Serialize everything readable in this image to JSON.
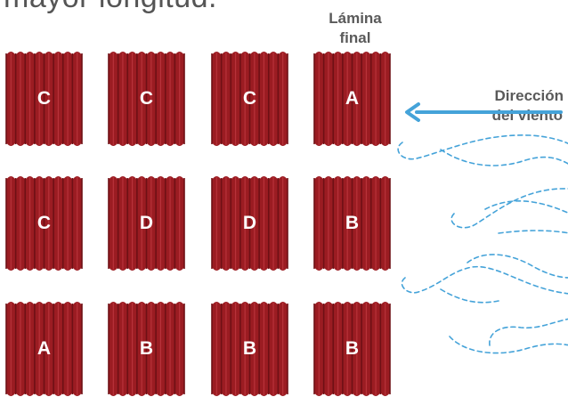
{
  "intro_text": "mayor longitud.",
  "labels": {
    "final_sheet_line1": "Lámina",
    "final_sheet_line2": "final",
    "wind_line1": "Dirección",
    "wind_line2": "del viento"
  },
  "colors": {
    "sheet": "#9b1c22",
    "sheet_dark": "#6e1015",
    "sheet_light": "#b8323a",
    "wind": "#45a3d9",
    "text": "#5a5a5a"
  },
  "grid": {
    "rows": [
      [
        "C",
        "C",
        "C",
        "A"
      ],
      [
        "C",
        "D",
        "D",
        "B"
      ],
      [
        "A",
        "B",
        "B",
        "B"
      ]
    ]
  },
  "icons": {
    "wind_arrow": "arrow-left-icon",
    "wind_gusts": "wind-swirl-icon"
  }
}
